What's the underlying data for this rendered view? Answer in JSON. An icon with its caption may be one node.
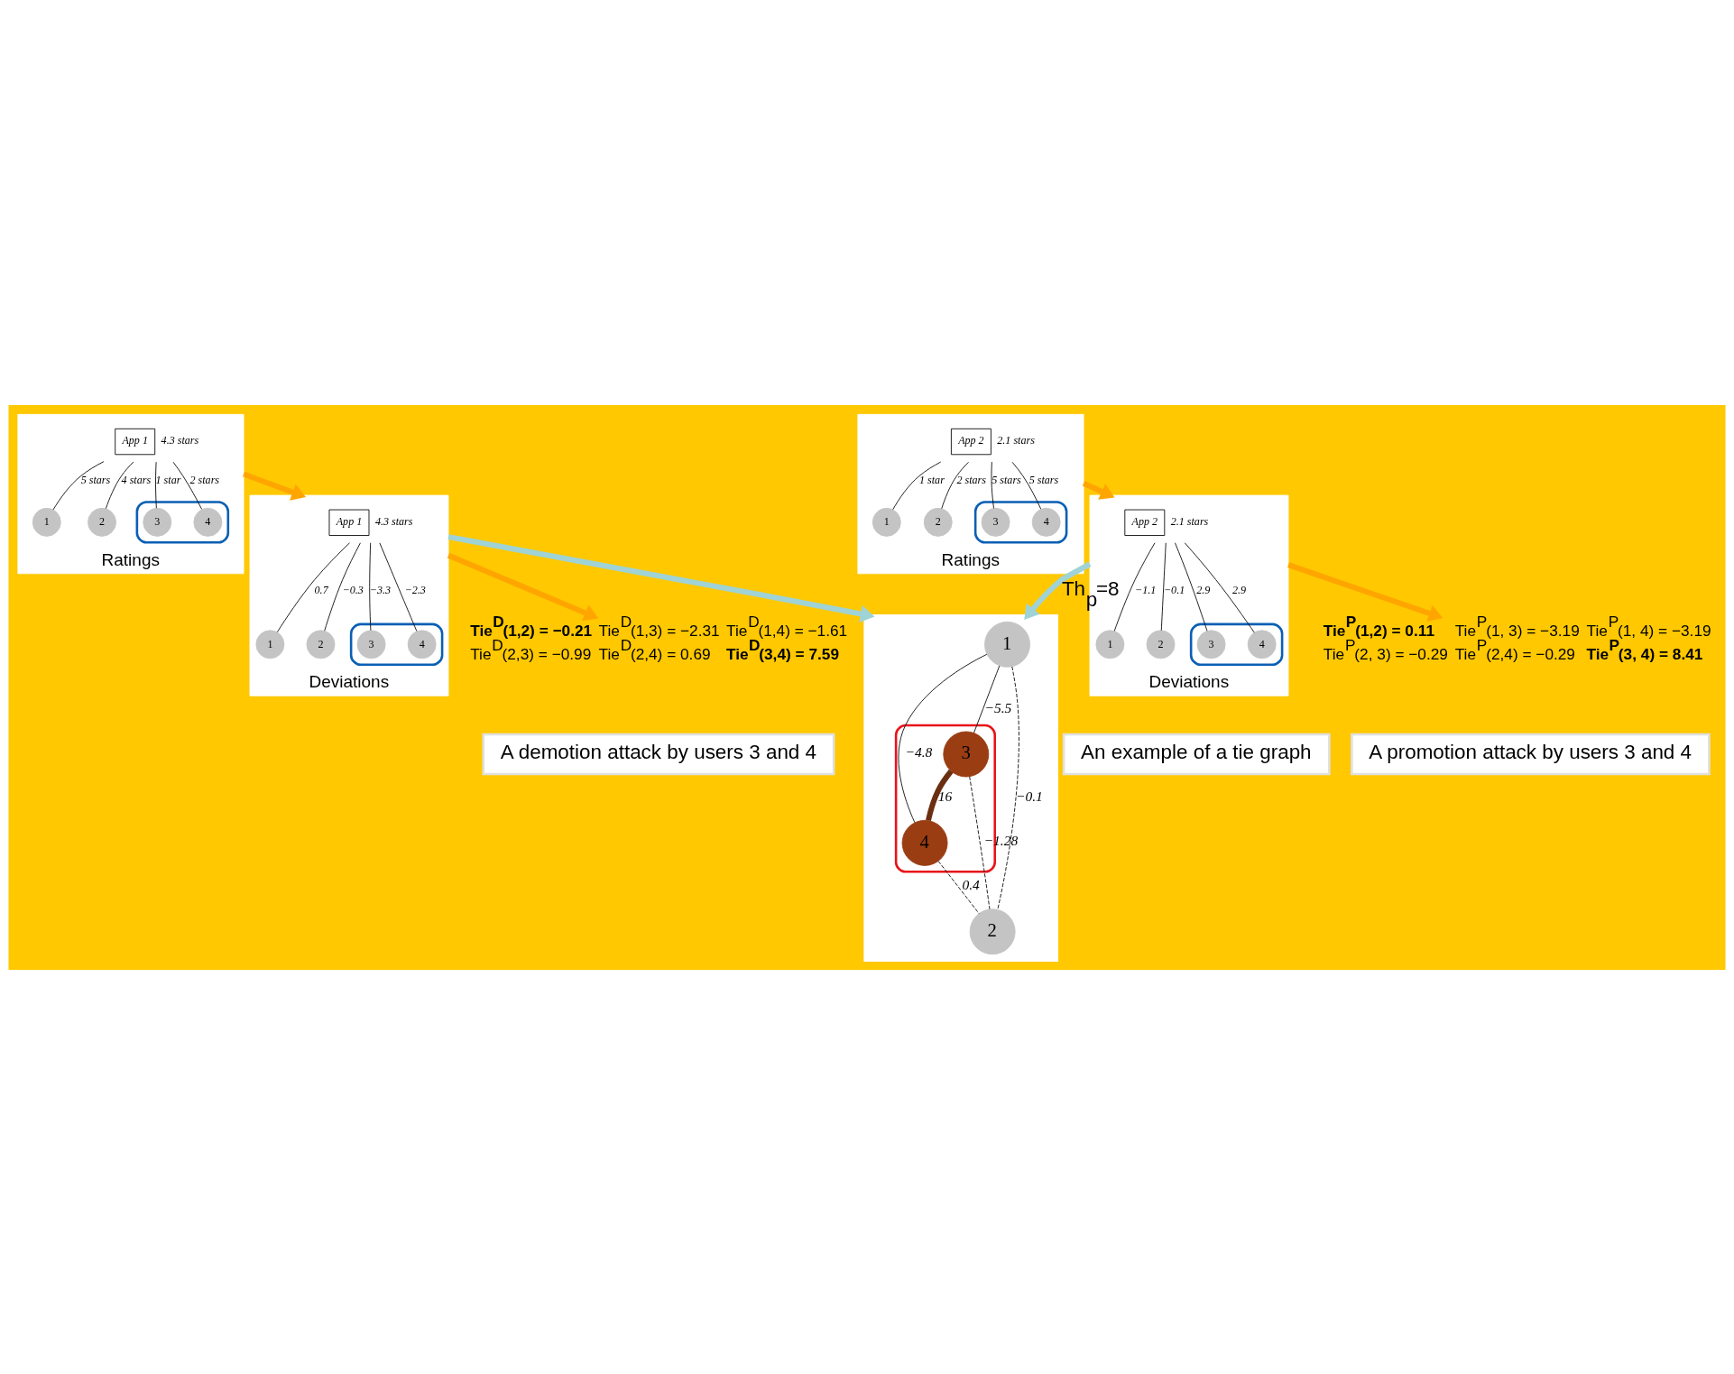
{
  "diagram": {
    "nodes": [
      {
        "text": [
          "Ratings"
        ]
      },
      {
        "text": [
          "App 1"
        ],
        "beside": [
          "4.3 stars"
        ],
        "in": 0
      },
      {
        "text": [
          "1"
        ],
        "in": 0
      },
      {
        "text": [
          "2"
        ],
        "in": 0
      },
      {
        "text": [],
        "shape": "ellipse",
        "in": 0
      },
      {
        "text": [
          "3"
        ],
        "in": 4
      },
      {
        "text": [
          "4"
        ],
        "in": 4
      },
      {
        "text": [
          "Deviations"
        ]
      },
      {
        "text": [
          "App 1"
        ],
        "beside": [
          "4.3 stars"
        ],
        "in": 7
      },
      {
        "text": [
          "1"
        ],
        "in": 7
      },
      {
        "text": [
          "2"
        ],
        "in": 7
      },
      {
        "text": [],
        "shape": "ellipse",
        "in": 7
      },
      {
        "text": [
          "3"
        ],
        "in": 11
      },
      {
        "text": [
          "4"
        ],
        "in": 11
      },
      {
        "text": [
          "Tie$^{D}$(1,2) = −0.21",
          "Tie$^{D}$(1,3) = −2.31",
          "Tie$^{D}$(1,4) = −1.61",
          "Tie$^{D}$(2,3) = −0.99",
          "Tie$^{D}$(2,4) = 0.69",
          "Tie$^{D}$(3,4) = 7.59"
        ]
      },
      {
        "text": [
          "A demotion attack by users 3 and 4"
        ]
      },
      {
        "text": [],
        "shape": "box"
      },
      {
        "text": [
          "1"
        ],
        "in": 16
      },
      {
        "text": [],
        "shape": "ellipse",
        "in": 16
      },
      {
        "text": [
          "4"
        ],
        "in": 18
      },
      {
        "text": [
          "3"
        ],
        "in": 18
      },
      {
        "text": [
          "2"
        ],
        "in": 16
      },
      {
        "text": [
          "An example of a tie graph"
        ]
      },
      {
        "text": [
          "Ratings"
        ]
      },
      {
        "text": [
          "App 2"
        ],
        "beside": [
          "2.1 stars"
        ],
        "in": 23
      },
      {
        "text": [
          "1"
        ],
        "in": 23
      },
      {
        "text": [
          "2"
        ],
        "in": 23
      },
      {
        "text": [],
        "shape": "ellipse",
        "in": 23
      },
      {
        "text": [
          "3"
        ],
        "in": 27
      },
      {
        "text": [
          "4"
        ],
        "in": 27
      },
      {
        "text": [
          "Deviations"
        ]
      },
      {
        "text": [
          "App 2"
        ],
        "beside": [
          "2.1 stars"
        ],
        "in": 30
      },
      {
        "text": [
          "1"
        ],
        "in": 30
      },
      {
        "text": [
          "2"
        ],
        "in": 30
      },
      {
        "text": [],
        "shape": "ellipse",
        "in": 30
      },
      {
        "text": [
          "3"
        ],
        "in": 34
      },
      {
        "text": [
          "4"
        ],
        "in": 34
      },
      {
        "text": [
          "Tie$^{P}$(1,2) = 0.11",
          "Tie$^{P}$(1, 3) = −3.19",
          "Tie$^{P}$(1, 4) = −3.19",
          "Tie$^{P}$(2, 3) = −0.29",
          "Tie$^{P}$(2,4) = −0.29",
          "Tie$^{P}$(3, 4) = 8.41"
        ]
      },
      {
        "text": [
          "A promotion attack by users 3 and 4"
        ]
      }
    ],
    "edges": [
      {
        "from": 1,
        "to": 2,
        "arrow": "none",
        "label": "5 stars"
      },
      {
        "from": 1,
        "to": 3,
        "arrow": "none",
        "label": "4 stars"
      },
      {
        "from": 1,
        "to": 5,
        "arrow": "none",
        "label": "1 star"
      },
      {
        "from": 1,
        "to": 6,
        "arrow": "none",
        "label": "2 stars"
      },
      {
        "from": 0,
        "to": 7,
        "arrow": "to",
        "style": "thick",
        "color": "#ffa500"
      },
      {
        "from": 8,
        "to": 9,
        "arrow": "none",
        "label": "0.7"
      },
      {
        "from": 8,
        "to": 10,
        "arrow": "none",
        "label": "−0.3"
      },
      {
        "from": 8,
        "to": 12,
        "arrow": "none",
        "label": "−3.3"
      },
      {
        "from": 8,
        "to": 13,
        "arrow": "none",
        "label": "−2.3"
      },
      {
        "from": 7,
        "to": 14,
        "arrow": "to",
        "style": "thick",
        "color": "#ffa500"
      },
      {
        "from": 7,
        "to": 16,
        "arrow": "to",
        "style": "thick",
        "color": "#9fd3d6"
      },
      {
        "from": 17,
        "to": 19,
        "arrow": "none",
        "label": "−4.8"
      },
      {
        "from": 17,
        "to": 20,
        "arrow": "none",
        "label": "−5.5"
      },
      {
        "from": 20,
        "to": 19,
        "arrow": "none",
        "label": "16",
        "style": "thick",
        "color": "#6b2e10"
      },
      {
        "from": 17,
        "to": 21,
        "arrow": "none",
        "label": "−0.1",
        "style": "dashed"
      },
      {
        "from": 20,
        "to": 21,
        "arrow": "none",
        "label": "−1.28",
        "style": "dashed"
      },
      {
        "from": 19,
        "to": 21,
        "arrow": "none",
        "label": "0.4",
        "style": "dashed"
      },
      {
        "from": 24,
        "to": 25,
        "arrow": "none",
        "label": "1 star"
      },
      {
        "from": 24,
        "to": 26,
        "arrow": "none",
        "label": "2 stars"
      },
      {
        "from": 24,
        "to": 28,
        "arrow": "none",
        "label": "5 stars"
      },
      {
        "from": 24,
        "to": 29,
        "arrow": "none",
        "label": "5 stars"
      },
      {
        "from": 23,
        "to": 30,
        "arrow": "to",
        "style": "thick",
        "color": "#ffa500"
      },
      {
        "from": 31,
        "to": 32,
        "arrow": "none",
        "label": "−1.1"
      },
      {
        "from": 31,
        "to": 33,
        "arrow": "none",
        "label": "−0.1"
      },
      {
        "from": 31,
        "to": 35,
        "arrow": "none",
        "label": "2.9"
      },
      {
        "from": 31,
        "to": 36,
        "arrow": "none",
        "label": "2.9"
      },
      {
        "from": 30,
        "to": 37,
        "arrow": "to",
        "style": "thick",
        "color": "#ffa500"
      },
      {
        "from": 30,
        "to": 16,
        "arrow": "to",
        "label": "Th$_{p}$=8",
        "style": "thick",
        "color": "#9fd3d6"
      }
    ]
  }
}
